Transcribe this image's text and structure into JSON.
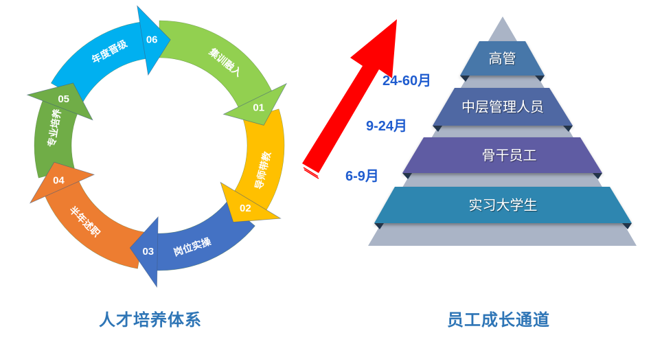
{
  "talent_cycle": {
    "title": "人才培养体系",
    "steps": [
      {
        "number": "01",
        "label": "集训融入",
        "color": "#92d050"
      },
      {
        "number": "02",
        "label": "导师带教",
        "color": "#ffc000"
      },
      {
        "number": "03",
        "label": "岗位实操",
        "color": "#4472c4"
      },
      {
        "number": "04",
        "label": "半年述职",
        "color": "#ed7d31"
      },
      {
        "number": "05",
        "label": "专业培养",
        "color": "#70ad47"
      },
      {
        "number": "06",
        "label": "年度晋级",
        "color": "#00b0f0"
      }
    ]
  },
  "growth_path": {
    "title": "员工成长通道",
    "arrow_color": "#ff0000",
    "levels": [
      {
        "label": "高管",
        "color": "#4677a9"
      },
      {
        "label": "中层管理人员",
        "color": "#4f67a3"
      },
      {
        "label": "骨干员工",
        "color": "#5f5ca3"
      },
      {
        "label": "实习大学生",
        "color": "#2e86b0"
      }
    ],
    "durations": [
      "24-60月",
      "9-24月",
      "6-9月"
    ],
    "pyramid_color": "#aab4c6"
  }
}
